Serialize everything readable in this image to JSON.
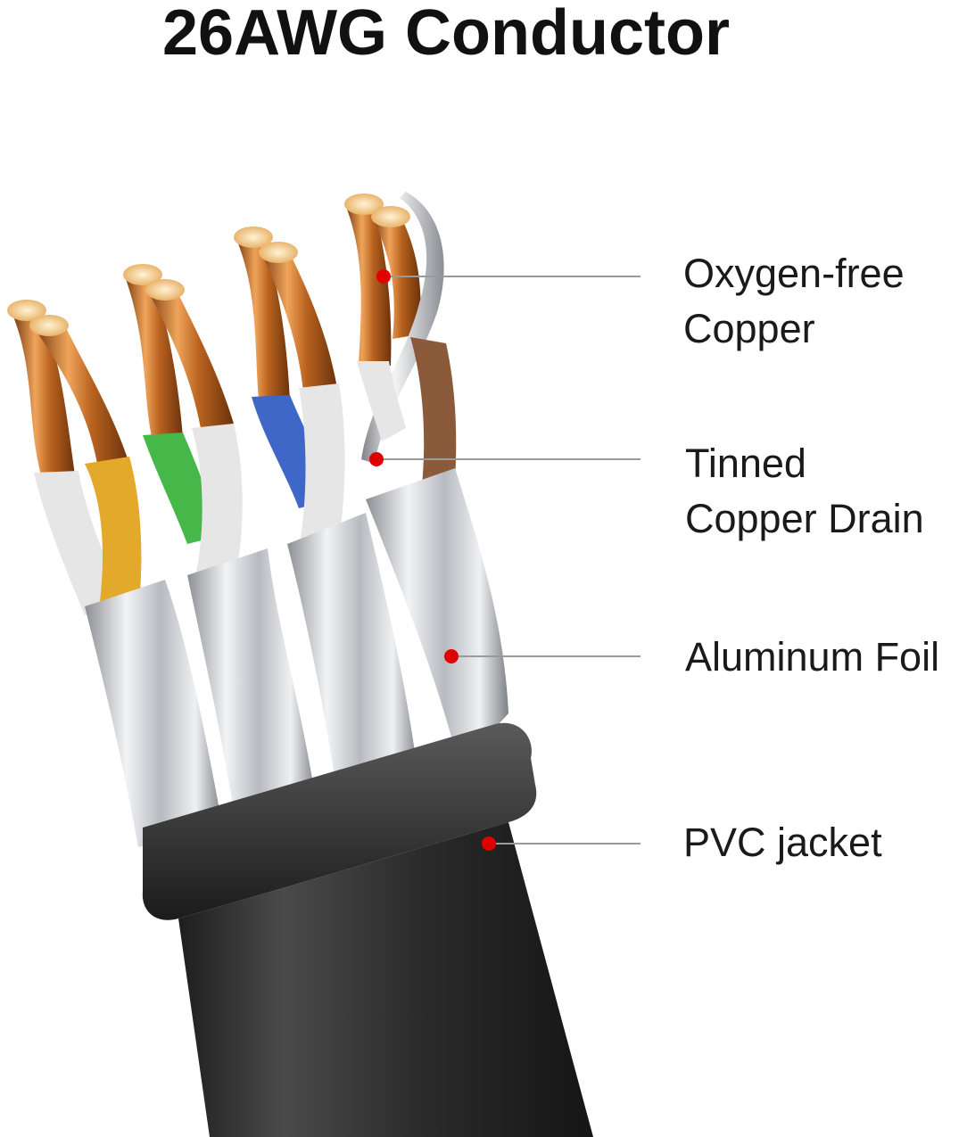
{
  "title": "26AWG Conductor",
  "callouts": [
    {
      "line1": "Oxygen-free",
      "line2": "Copper"
    },
    {
      "line1": "Tinned",
      "line2": "Copper Drain"
    },
    {
      "line1": "Aluminum Foil",
      "line2": ""
    },
    {
      "line1": "PVC jacket",
      "line2": ""
    }
  ],
  "colors": {
    "marker": "#e00000",
    "leader_line": "#9a9a9a",
    "copper": "#c8742f",
    "foil": "#c9cbcf",
    "jacket": "#2b2b2b",
    "wire_yellow": "#e3a92a",
    "wire_green": "#46b84a",
    "wire_blue": "#3f67c8",
    "wire_brown": "#8b5a3a",
    "wire_white": "#e6e6e6"
  }
}
